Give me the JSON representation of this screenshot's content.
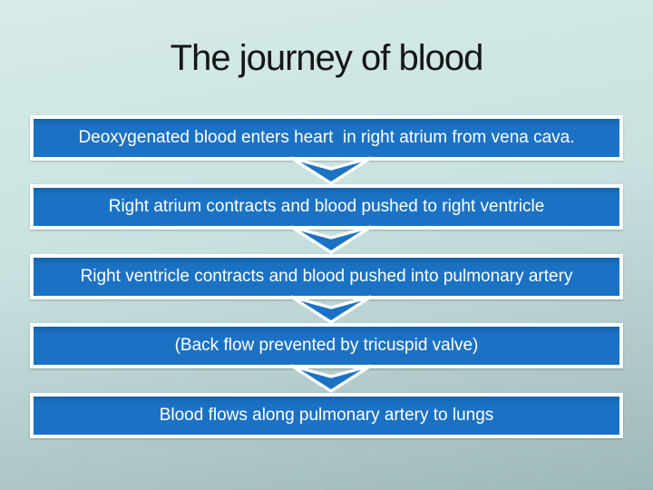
{
  "slide": {
    "title": "The journey of blood",
    "steps": [
      "Deoxygenated blood enters heart  in right atrium from vena cava.",
      "Right atrium contracts and blood pushed to right ventricle",
      "Right ventricle contracts and blood pushed into pulmonary artery",
      "(Back flow prevented by tricuspid valve)",
      "Blood flows along pulmonary artery to lungs"
    ],
    "icons": {
      "down_arrow": "chevron-down-block-arrow"
    },
    "colors": {
      "background_top": "#D7EBE9",
      "background_bottom": "#9DB8B8",
      "box_fill": "#1B72C4",
      "box_border": "#FFFFFF",
      "arrow_fill": "#1B72C4",
      "arrow_outline": "#FFFFFF",
      "title_color": "#161616",
      "step_text_color": "#FFFFFF"
    }
  }
}
